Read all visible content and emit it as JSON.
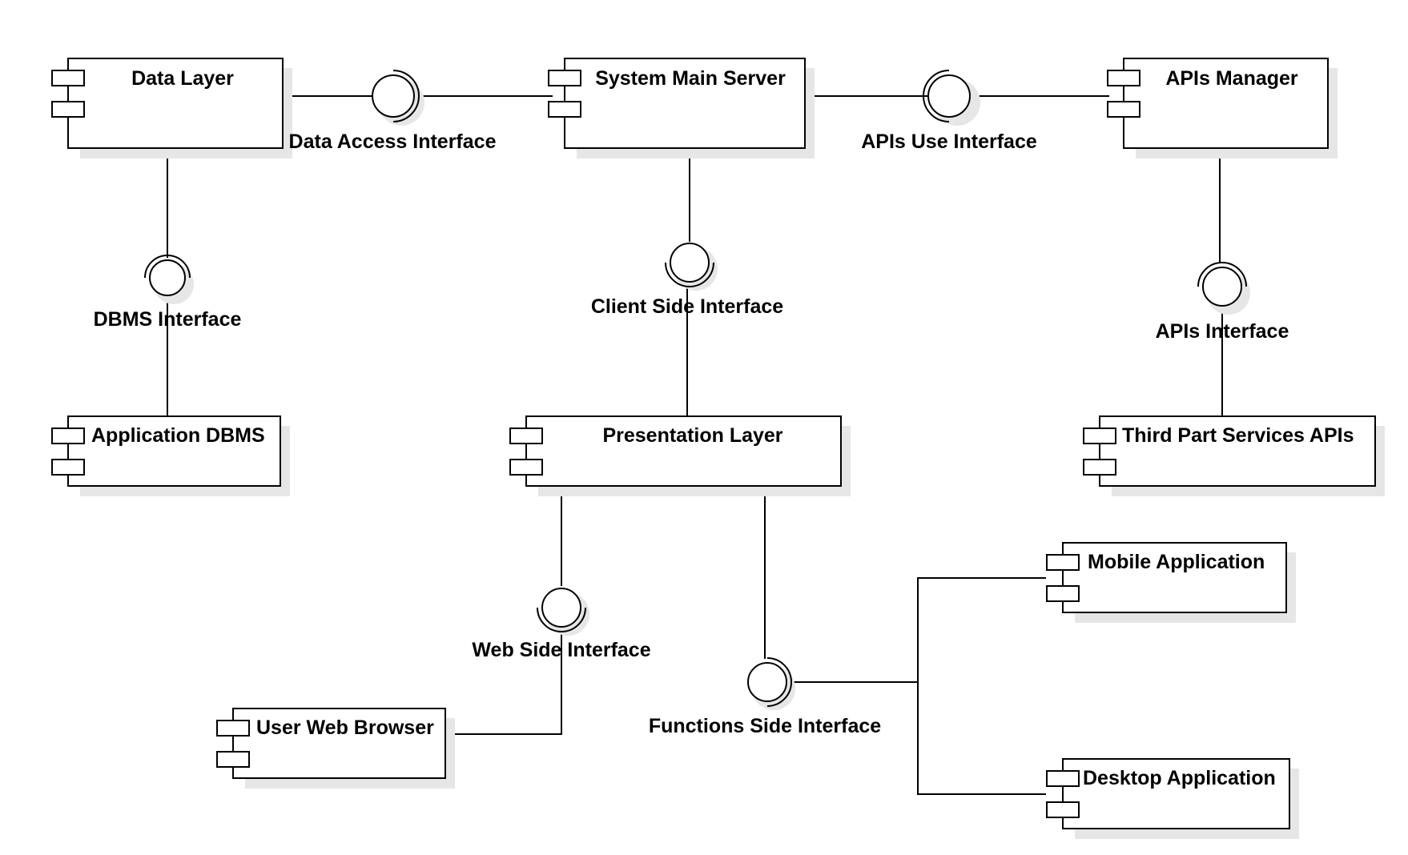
{
  "colors": {
    "stroke": "#000000",
    "fill": "#ffffff",
    "shadow": "#e6e6e6"
  },
  "components": {
    "data_layer": "Data Layer",
    "system_main_server": "System Main Server",
    "apis_manager": "APIs Manager",
    "application_dbms": "Application DBMS",
    "presentation_layer": "Presentation Layer",
    "third_part_services_apis": "Third Part Services APIs",
    "mobile_application": "Mobile Application",
    "user_web_browser": "User Web Browser",
    "desktop_application": "Desktop Application"
  },
  "interfaces": {
    "data_access": "Data Access Interface",
    "apis_use": "APIs Use Interface",
    "dbms": "DBMS Interface",
    "client_side": "Client Side Interface",
    "apis": "APIs Interface",
    "web_side": "Web Side Interface",
    "functions_side": "Functions Side Interface"
  }
}
